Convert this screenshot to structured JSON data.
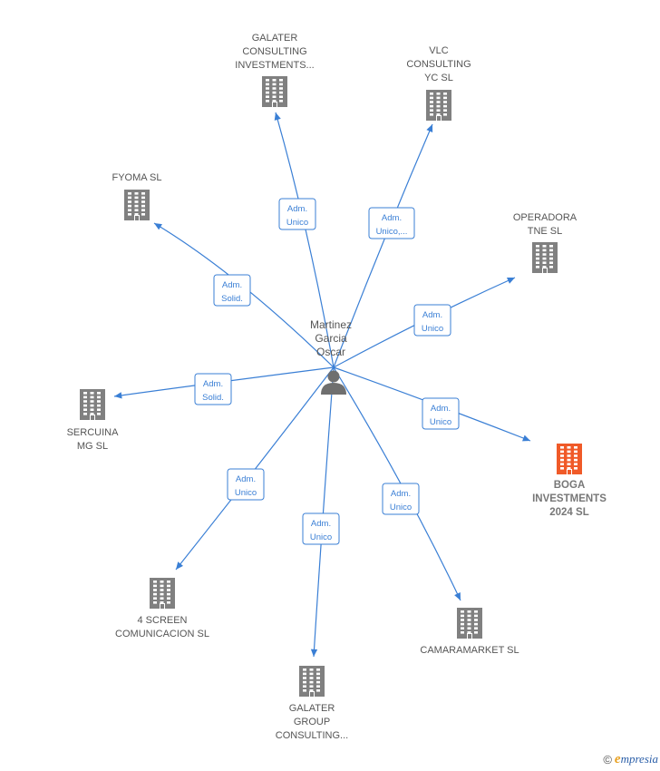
{
  "center": {
    "lines": [
      "Martinez",
      "Garcia",
      "Oscar"
    ],
    "icon": "person-icon"
  },
  "companies": [
    {
      "id": "galater-consulting",
      "lines": [
        "GALATER",
        "CONSULTING",
        "INVESTMENTS..."
      ],
      "highlight": false,
      "icon": "building-icon"
    },
    {
      "id": "vlc-consulting",
      "lines": [
        "VLC",
        "CONSULTING",
        "YC  SL"
      ],
      "highlight": false,
      "icon": "building-icon"
    },
    {
      "id": "fyoma",
      "lines": [
        "FYOMA SL"
      ],
      "highlight": false,
      "icon": "building-icon"
    },
    {
      "id": "operadora-tne",
      "lines": [
        "OPERADORA",
        "TNE  SL"
      ],
      "highlight": false,
      "icon": "building-icon"
    },
    {
      "id": "sercuina",
      "lines": [
        "SERCUINA",
        "MG  SL"
      ],
      "highlight": false,
      "icon": "building-icon"
    },
    {
      "id": "boga",
      "lines": [
        "BOGA",
        "INVESTMENTS",
        "2024  SL"
      ],
      "highlight": true,
      "icon": "building-icon"
    },
    {
      "id": "4-screen",
      "lines": [
        "4 SCREEN",
        "COMUNICACION SL"
      ],
      "highlight": false,
      "icon": "building-icon"
    },
    {
      "id": "camaramarket",
      "lines": [
        "CAMARAMARKET SL"
      ],
      "highlight": false,
      "icon": "building-icon"
    },
    {
      "id": "galater-group",
      "lines": [
        "GALATER",
        "GROUP",
        "CONSULTING..."
      ],
      "highlight": false,
      "icon": "building-icon"
    }
  ],
  "edges": [
    {
      "target": "galater-consulting",
      "lines": [
        "Adm.",
        "Unico"
      ]
    },
    {
      "target": "vlc-consulting",
      "lines": [
        "Adm.",
        "Unico,..."
      ]
    },
    {
      "target": "fyoma",
      "lines": [
        "Adm.",
        "Solid."
      ]
    },
    {
      "target": "operadora-tne",
      "lines": [
        "Adm.",
        "Unico"
      ]
    },
    {
      "target": "sercuina",
      "lines": [
        "Adm.",
        "Solid."
      ]
    },
    {
      "target": "boga",
      "lines": [
        "Adm.",
        "Unico"
      ]
    },
    {
      "target": "4-screen",
      "lines": [
        "Adm.",
        "Unico"
      ]
    },
    {
      "target": "camaramarket",
      "lines": [
        "Adm.",
        "Unico"
      ]
    },
    {
      "target": "galater-group",
      "lines": [
        "Adm.",
        "Unico"
      ]
    }
  ],
  "colors": {
    "edge": "#3a7fd5",
    "building": "#808080",
    "highlight_building": "#f05a28",
    "person": "#6f6f6f"
  },
  "footer": {
    "copyright": "©",
    "brand_initial": "e",
    "brand_rest": "mpresia"
  }
}
